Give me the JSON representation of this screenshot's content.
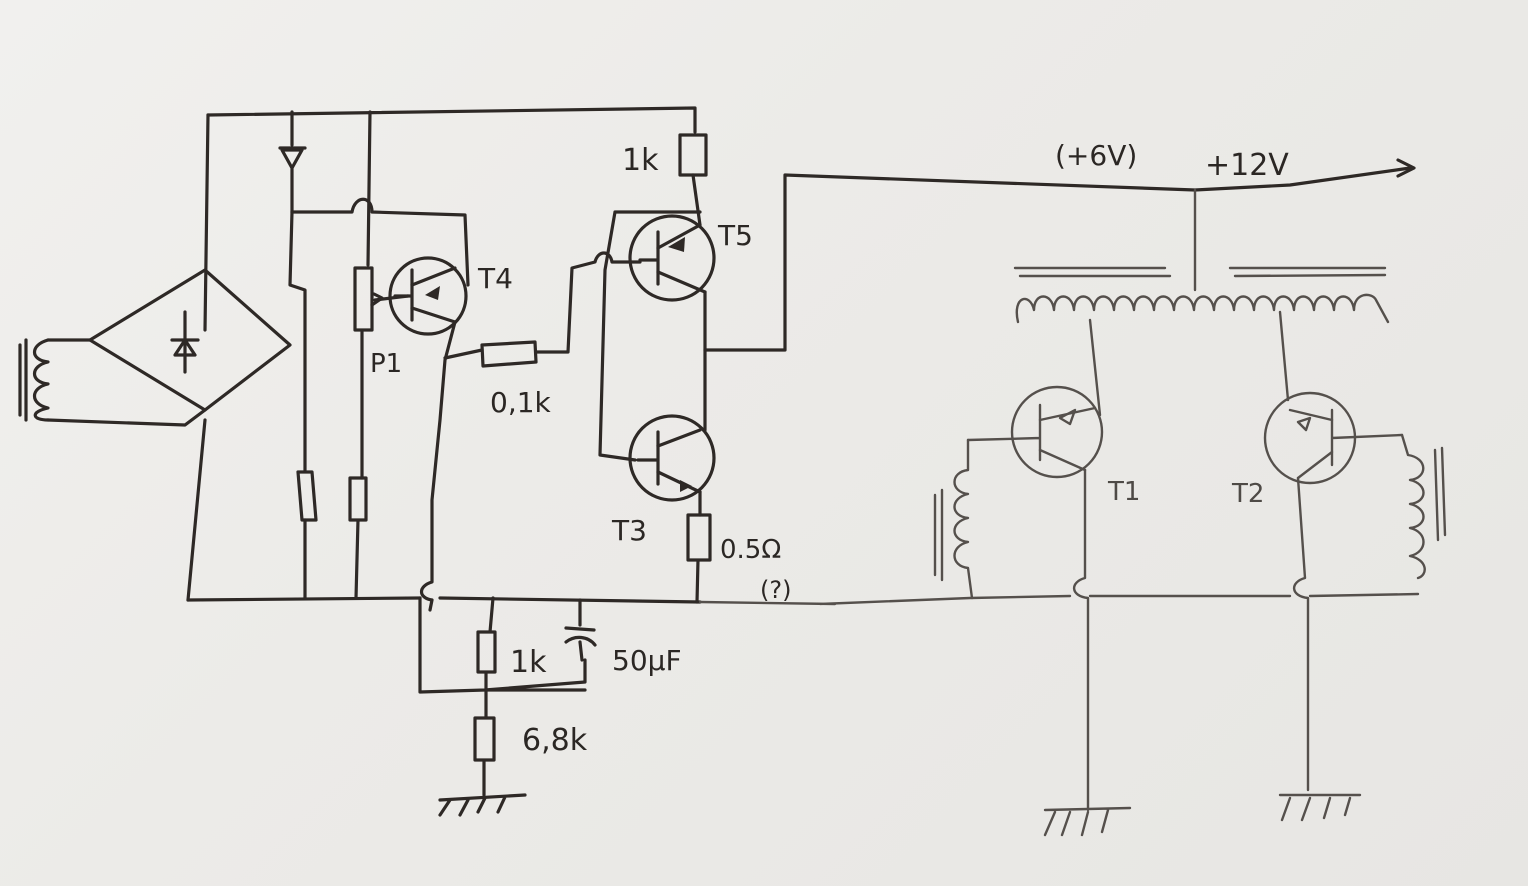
{
  "labels": {
    "r_top": "1k",
    "t5": "T5",
    "t4": "T4",
    "p1": "P1",
    "r_base": "0,1k",
    "t3": "T3",
    "r_emit": "0.5Ω",
    "r_emit_q": "(?)",
    "r_fb": "1k",
    "cap": "50µF",
    "r_gnd": "6,8k",
    "v6": "(+6V)",
    "v12": "+12V",
    "t1": "T1",
    "t2": "T2"
  }
}
